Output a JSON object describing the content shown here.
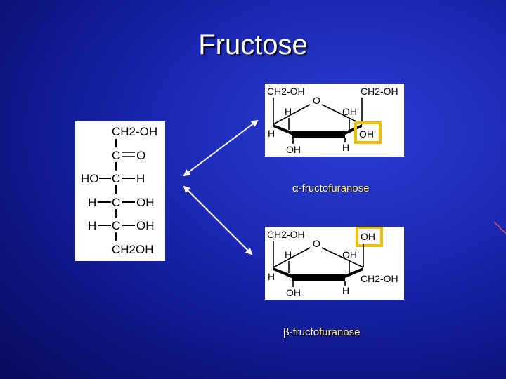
{
  "slide": {
    "title": "Fructose"
  },
  "linear": {
    "c1": "CH2-OH",
    "c2_c": "C",
    "c2_o": "O",
    "c3_left": "HO",
    "c3_c": "C",
    "c3_right": "H",
    "c4_left": "H",
    "c4_c": "C",
    "c4_right": "OH",
    "c5_left": "H",
    "c5_c": "C",
    "c5_right": "OH",
    "c6": "CH2OH"
  },
  "alpha": {
    "ch2oh_left": "CH2-OH",
    "ring_o": "O",
    "ch2oh_right": "CH2-OH",
    "h_top_left": "H",
    "oh_top_right": "OH",
    "h_left": "H",
    "oh_anomeric": "OH",
    "oh_bottom": "OH",
    "h_bottom": "H",
    "caption_prefix": "α-fructo",
    "caption_suffix": "furanose",
    "highlight_color": "#f0c000"
  },
  "beta": {
    "ch2oh_left": "CH2-OH",
    "ring_o": "O",
    "oh_anomeric": "OH",
    "h_top_left": "H",
    "oh_top_right": "OH",
    "h_left": "H",
    "ch2oh_right": "CH2-OH",
    "oh_bottom": "OH",
    "h_bottom": "H",
    "caption_prefix": "β-fructo",
    "caption_suffix": "furanose",
    "highlight_color": "#f0c000"
  }
}
